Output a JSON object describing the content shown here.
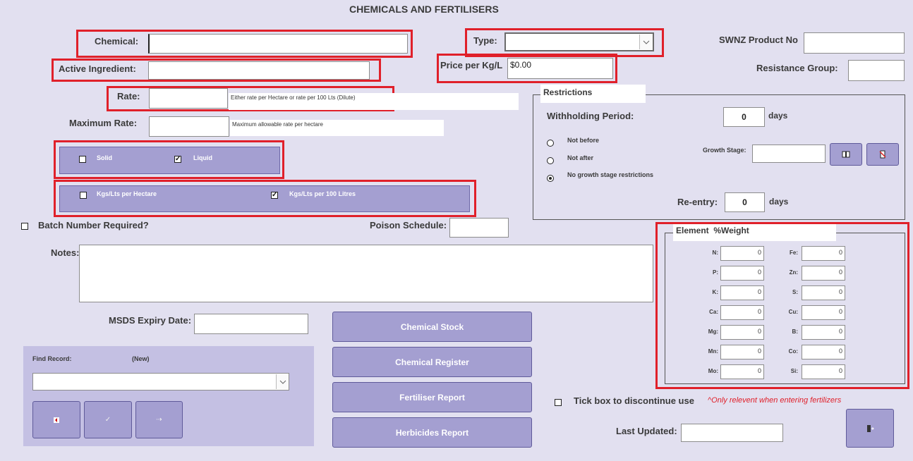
{
  "header": {
    "title": "CHEMICALS AND FERTILISERS"
  },
  "fields": {
    "chemical_label": "Chemical:",
    "chemical_value": "",
    "type_label": "Type:",
    "type_value": "",
    "swnz_label": "SWNZ Product No",
    "active_label": "Active Ingredient:",
    "price_label": "Price per Kg/L",
    "price_value": "$0.00",
    "resistance_label": "Resistance Group:",
    "rate_label": "Rate:",
    "rate_hint": "Either rate per Hectare or rate per 100 Lts (Dilute)",
    "maxrate_label": "Maximum Rate:",
    "maxrate_hint": "Maximum allowable rate per hectare",
    "batch_label": "Batch Number Required?",
    "poison_label": "Poison Schedule:",
    "notes_label": "Notes:",
    "msds_label": "MSDS Expiry Date:"
  },
  "form_options": {
    "solid_label": "Solid",
    "solid_checked": false,
    "liquid_label": "Liquid",
    "liquid_checked": true
  },
  "unit_options": {
    "per_hectare_label": "Kgs/Lts per Hectare",
    "per_hectare_checked": false,
    "per_100l_label": "Kgs/Lts per 100 Litres",
    "per_100l_checked": true
  },
  "restrictions": {
    "title": "Restrictions",
    "withholding_label": "Withholding Period:",
    "withholding_value": "0",
    "days_label": "days",
    "radio_options": [
      {
        "label": "Not before",
        "selected": false
      },
      {
        "label": "Not after",
        "selected": false
      },
      {
        "label": "No growth stage restrictions",
        "selected": true
      }
    ],
    "growth_stage_label": "Growth Stage:",
    "reentry_label": "Re-entry:",
    "reentry_value": "0",
    "reentry_days_label": "days"
  },
  "elements": {
    "title": "Element  %Weight",
    "left": [
      {
        "name": "N:",
        "value": "0"
      },
      {
        "name": "P:",
        "value": "0"
      },
      {
        "name": "K:",
        "value": "0"
      },
      {
        "name": "Ca:",
        "value": "0"
      },
      {
        "name": "Mg:",
        "value": "0"
      },
      {
        "name": "Mn:",
        "value": "0"
      },
      {
        "name": "Mo:",
        "value": "0"
      }
    ],
    "right": [
      {
        "name": "Fe:",
        "value": "0"
      },
      {
        "name": "Zn:",
        "value": "0"
      },
      {
        "name": "S:",
        "value": "0"
      },
      {
        "name": "Cu:",
        "value": "0"
      },
      {
        "name": "B:",
        "value": "0"
      },
      {
        "name": "Co:",
        "value": "0"
      },
      {
        "name": "Si:",
        "value": "0"
      }
    ]
  },
  "find": {
    "label": "Find Record:",
    "status": "(New)"
  },
  "buttons": {
    "chemical_stock": "Chemical Stock",
    "chemical_register": "Chemical Register",
    "fertiliser_report": "Fertiliser Report",
    "herbicides_report": "Herbicides Report"
  },
  "footer": {
    "discontinue_label": "Tick box to discontinue use",
    "discontinue_note": "^Only relevent when entering fertilizers",
    "last_updated_label": "Last Updated:",
    "last_updated_value": ""
  },
  "colors": {
    "accent": "#a49fd1",
    "highlight": "#e0202a",
    "background": "#e2e0f0"
  }
}
